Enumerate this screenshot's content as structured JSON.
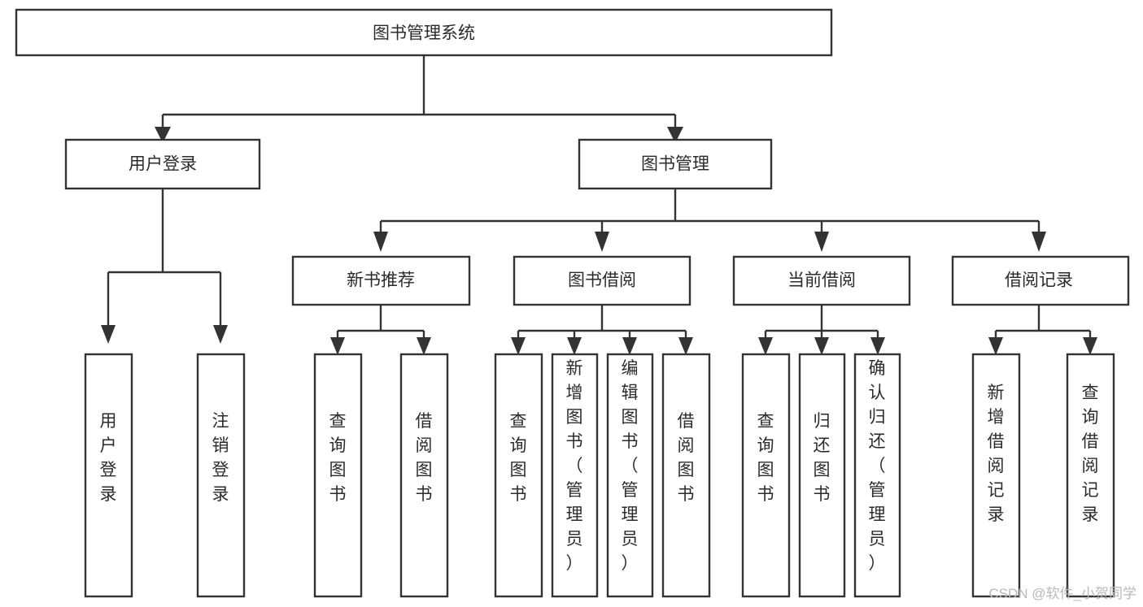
{
  "diagram": {
    "title": "图书管理系统",
    "type": "hierarchy-tree",
    "watermark": "CSDN @软件_小贺同学",
    "colors": {
      "background": "#ffffff",
      "box_stroke": "#333333",
      "box_fill": "#ffffff",
      "text": "#2b2b2b",
      "watermark": "#b9b9b9"
    },
    "levels": [
      {
        "level": 1,
        "nodes": [
          {
            "id": "root",
            "label": "图书管理系统",
            "orientation": "horizontal"
          }
        ]
      },
      {
        "level": 2,
        "nodes": [
          {
            "id": "user-login",
            "label": "用户登录",
            "orientation": "horizontal",
            "parent": "root"
          },
          {
            "id": "book-manage",
            "label": "图书管理",
            "orientation": "horizontal",
            "parent": "root"
          }
        ]
      },
      {
        "level": 3,
        "nodes": [
          {
            "id": "new-book-rec",
            "label": "新书推荐",
            "orientation": "horizontal",
            "parent": "book-manage"
          },
          {
            "id": "book-borrow",
            "label": "图书借阅",
            "orientation": "horizontal",
            "parent": "book-manage"
          },
          {
            "id": "current-borrow",
            "label": "当前借阅",
            "orientation": "horizontal",
            "parent": "book-manage"
          },
          {
            "id": "borrow-record",
            "label": "借阅记录",
            "orientation": "horizontal",
            "parent": "book-manage"
          }
        ]
      },
      {
        "level": 4,
        "nodes": [
          {
            "id": "leaf-user-login",
            "label": "用户登录",
            "orientation": "vertical",
            "parent": "user-login"
          },
          {
            "id": "leaf-user-logout",
            "label": "注销登录",
            "orientation": "vertical",
            "parent": "user-login"
          },
          {
            "id": "leaf-query-book-1",
            "label": "查询图书",
            "orientation": "vertical",
            "parent": "new-book-rec"
          },
          {
            "id": "leaf-borrow-book-1",
            "label": "借阅图书",
            "orientation": "vertical",
            "parent": "new-book-rec"
          },
          {
            "id": "leaf-query-book-2",
            "label": "查询图书",
            "orientation": "vertical",
            "parent": "book-borrow"
          },
          {
            "id": "leaf-add-book",
            "label": "新增图书（管理员）",
            "orientation": "vertical",
            "parent": "book-borrow"
          },
          {
            "id": "leaf-edit-book",
            "label": "编辑图书（管理员）",
            "orientation": "vertical",
            "parent": "book-borrow"
          },
          {
            "id": "leaf-borrow-book-2",
            "label": "借阅图书",
            "orientation": "vertical",
            "parent": "book-borrow"
          },
          {
            "id": "leaf-query-book-3",
            "label": "查询图书",
            "orientation": "vertical",
            "parent": "current-borrow"
          },
          {
            "id": "leaf-return-book",
            "label": "归还图书",
            "orientation": "vertical",
            "parent": "current-borrow"
          },
          {
            "id": "leaf-confirm-return",
            "label": "确认归还（管理员）",
            "orientation": "vertical",
            "parent": "current-borrow"
          },
          {
            "id": "leaf-add-record",
            "label": "新增借阅记录",
            "orientation": "vertical",
            "parent": "borrow-record"
          },
          {
            "id": "leaf-query-record",
            "label": "查询借阅记录",
            "orientation": "vertical",
            "parent": "borrow-record"
          }
        ]
      }
    ]
  }
}
